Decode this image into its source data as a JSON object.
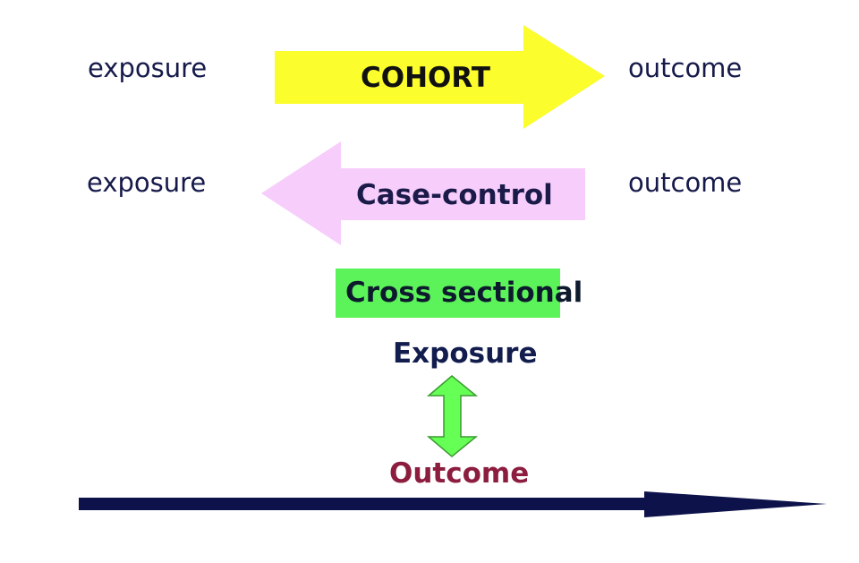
{
  "top_row": {
    "left_label": "exposure",
    "arrow_label": "COHORT",
    "right_label": "outcome",
    "arrow_color": "#fbfd2c",
    "direction": "right"
  },
  "middle_row": {
    "left_label": "exposure",
    "arrow_label": "Case-control",
    "right_label": "outcome",
    "arrow_color": "#f7cdfb",
    "direction": "left"
  },
  "cross_sectional": {
    "box_label": "Cross sectional",
    "box_color": "#5cf25a",
    "top_label": "Exposure",
    "bottom_label": "Outcome",
    "double_arrow_color": "#66ff55",
    "top_label_color": "#121d4e",
    "bottom_label_color": "#8c1d3e"
  },
  "time_arrow": {
    "color": "#0d124a",
    "direction": "right"
  }
}
